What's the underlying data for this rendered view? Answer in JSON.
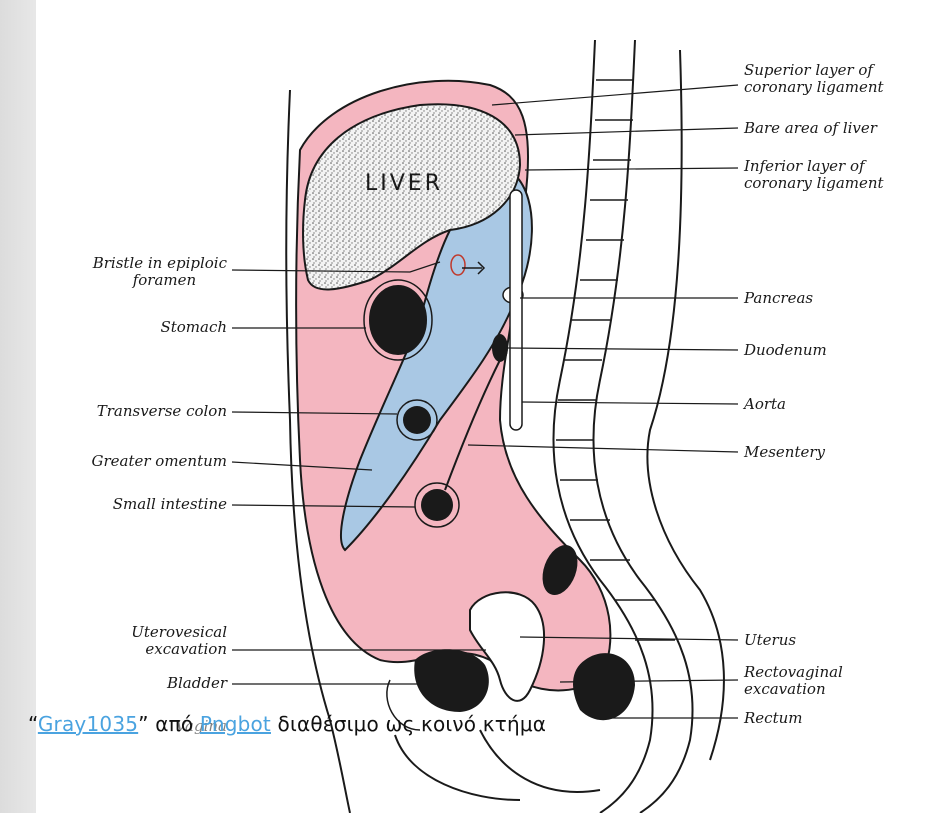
{
  "figure": {
    "organ_text": "LIVER",
    "labels_right": {
      "superior_layer": [
        "Superior layer of",
        "coronary ligament"
      ],
      "bare_area": "Bare area of liver",
      "inferior_layer": [
        "Inferior layer of",
        "coronary ligament"
      ],
      "pancreas": "Pancreas",
      "duodenum": "Duodenum",
      "aorta": "Aorta",
      "mesentery": "Mesentery",
      "uterus": "Uterus",
      "rectovaginal": [
        "Rectovaginal",
        "excavation"
      ],
      "rectum": "Rectum"
    },
    "labels_left": {
      "bristle": [
        "Bristle in epiploic",
        "foramen"
      ],
      "stomach": "Stomach",
      "transverse_colon": "Transverse colon",
      "greater_omentum": "Greater omentum",
      "small_intestine": "Small intestine",
      "uterovesical": [
        "Uterovesical",
        "excavation"
      ],
      "bladder": "Bladder",
      "vagina": "Vagina"
    },
    "colors": {
      "peritoneum_pink": "#f4b6c0",
      "lesser_sac_blue": "#a9c8e4",
      "outline": "#1a1a1a"
    }
  },
  "caption": {
    "open_quote": "“",
    "link1": "Gray1035",
    "middle": "” από ",
    "link2": "Pngbot",
    "tail": " διαθέσιμο ως κοινό κτήμα"
  }
}
